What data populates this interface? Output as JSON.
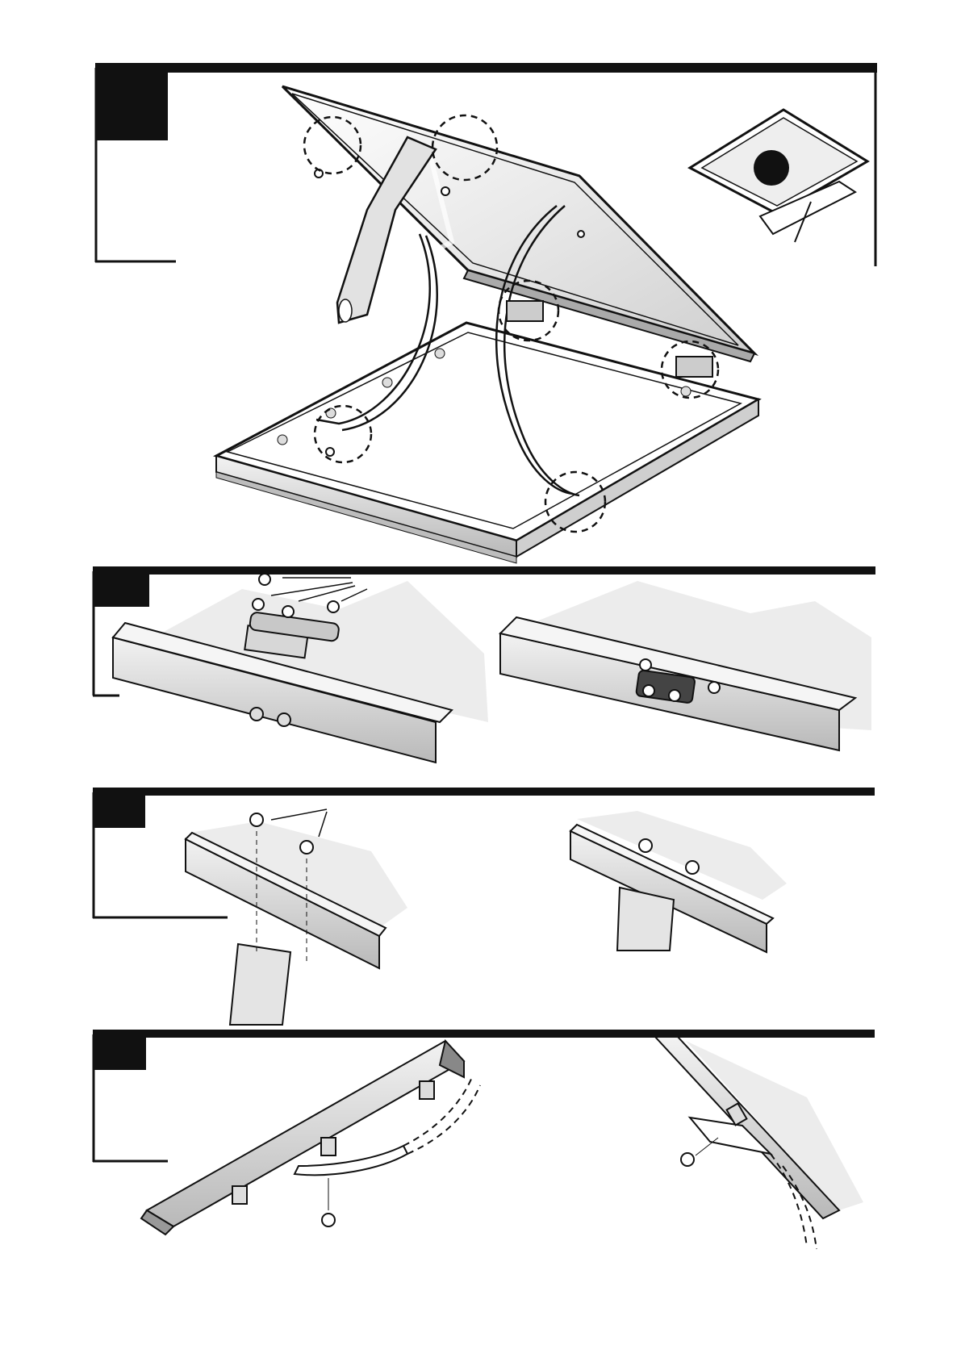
{
  "document": {
    "type": "assembly-instructions",
    "steps": [
      {
        "id": "step-1",
        "label_box": "",
        "illustrations": [
          "frame-lid-open-overview",
          "inset-lid-thumbnail"
        ]
      },
      {
        "id": "step-2",
        "label_box": "",
        "illustrations": [
          "hinge-plate-screws-exploded",
          "hinge-plate-assembled"
        ]
      },
      {
        "id": "step-3",
        "label_box": "",
        "illustrations": [
          "support-arm-screws-exploded",
          "support-arm-assembled"
        ]
      },
      {
        "id": "step-4",
        "label_box": "",
        "illustrations": [
          "strap-screw-bottom-frame",
          "strap-screw-lid-frame"
        ]
      }
    ]
  },
  "colors": {
    "ink": "#111111",
    "paper": "#ffffff",
    "metal_light": "#eeeeee",
    "metal_mid": "#cfcfcf",
    "metal_dark": "#9a9a9a"
  }
}
